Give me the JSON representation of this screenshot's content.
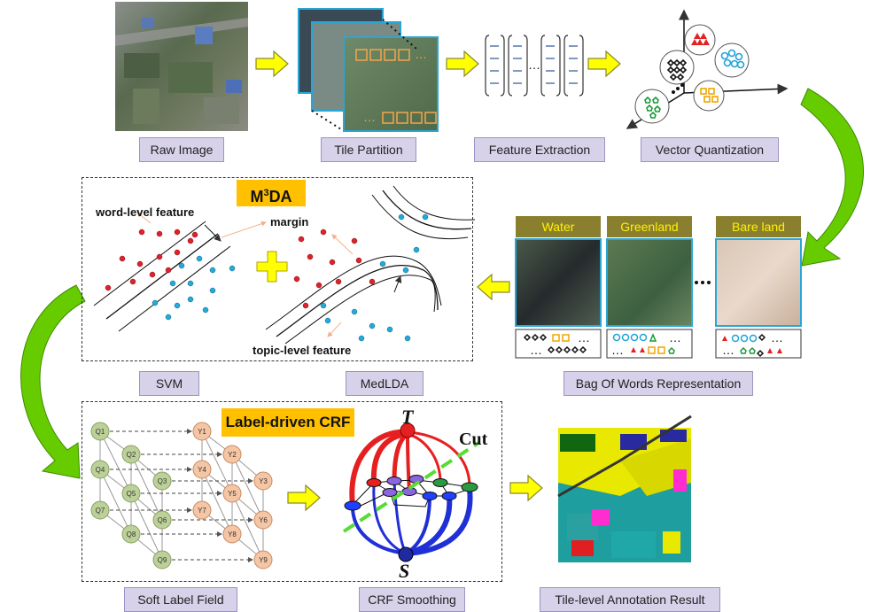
{
  "captions": {
    "raw_image": "Raw Image",
    "tile_partition": "Tile Partition",
    "feature_extraction": "Feature Extraction",
    "vector_quantization": "Vector Quantization",
    "svm": "SVM",
    "medlda": "MedLDA",
    "bag_of_words": "Bag Of Words Representation",
    "soft_label_field": "Soft Label Field",
    "crf_smoothing": "CRF Smoothing",
    "annotation_result": "Tile-level Annotation Result"
  },
  "m3da": {
    "title": "M",
    "sup": "3",
    "title_rest": "DA",
    "word_level": "word-level feature",
    "margin": "margin",
    "topic_level": "topic-level feature"
  },
  "categories": [
    "Water",
    "Greenland",
    "Bare land"
  ],
  "crf": {
    "title": "Label-driven CRF",
    "t_label": "T",
    "s_label": "S",
    "cut_label": "Cut"
  },
  "soft_label_nodes": {
    "q": [
      "Q1",
      "Q2",
      "Q3",
      "Q4",
      "Q5",
      "Q6",
      "Q7",
      "Q8",
      "Q9"
    ],
    "y": [
      "Y1",
      "Y2",
      "Y3",
      "Y4",
      "Y5",
      "Y6",
      "Y7",
      "Y8",
      "Y9"
    ]
  },
  "colors": {
    "caption_bg": "#d7d1e9",
    "arrow_yellow": "#ffff00",
    "arrow_green": "#66cc00",
    "title_orange": "#ffc000",
    "red_points": "#e0202a",
    "blue_points": "#22aadd"
  }
}
